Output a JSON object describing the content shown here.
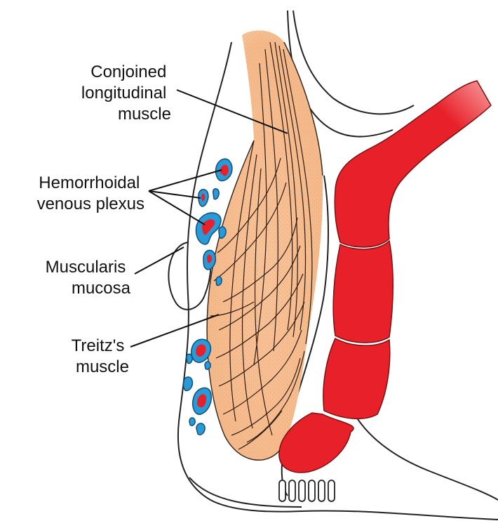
{
  "labels": {
    "conjoined": [
      "Conjoined",
      "longitudinal",
      "muscle"
    ],
    "hemorrhoidal": [
      "Hemorrhoidal",
      "venous plexus"
    ],
    "muscularis": [
      "Muscularis",
      "mucosa"
    ],
    "treitz": [
      "Treitz's",
      "muscle"
    ]
  },
  "colors": {
    "muscle_fill": "#f4b98a",
    "muscle_stipple": "#e99a62",
    "sphincter_red": "#e8202a",
    "vein_blue": "#2a9ad6",
    "vein_core": "#e8202a",
    "outline": "#222222"
  }
}
